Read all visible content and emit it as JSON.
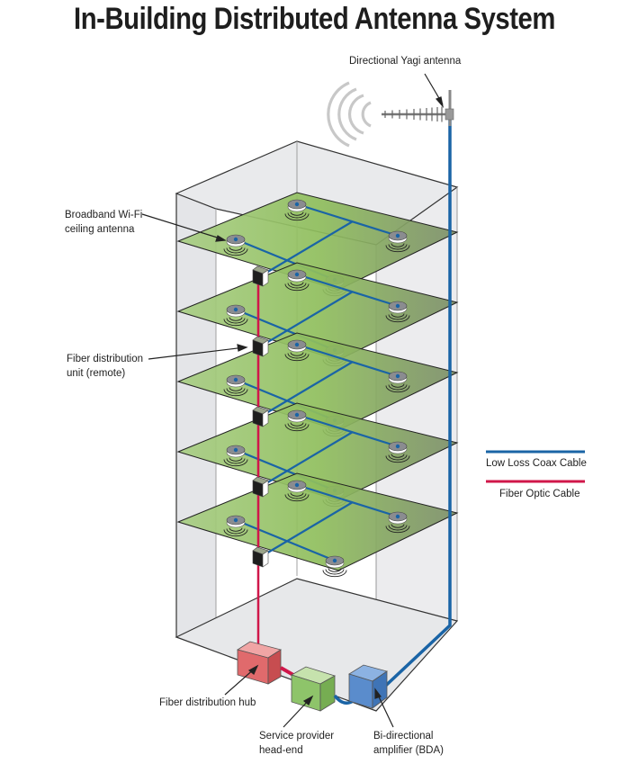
{
  "title": "In-Building Distributed Antenna System",
  "labels": {
    "yagi": "Directional Yagi antenna",
    "wifi_line1": "Broadband Wi-Fi",
    "wifi_line2": "ceiling antenna",
    "fdu_line1": "Fiber distribution",
    "fdu_line2": "unit (remote)",
    "hub": "Fiber distribution hub",
    "headend_line1": "Service provider",
    "headend_line2": "head-end",
    "bda_line1": "Bi-directional",
    "bda_line2": "amplifier (BDA)"
  },
  "legend": [
    {
      "label": "Low Loss Coax Cable",
      "color": "#1a64a6"
    },
    {
      "label": "Fiber Optic Cable",
      "color": "#d0174a"
    }
  ],
  "colors": {
    "coax": "#1a64a6",
    "fiber": "#d0174a",
    "floor_green": "#9cc36e",
    "hub_red": "#e0686a",
    "headend_green": "#8ec46a",
    "bda_blue": "#5a8ccc",
    "building_gray": "#e6e7e9"
  },
  "floors": 6
}
